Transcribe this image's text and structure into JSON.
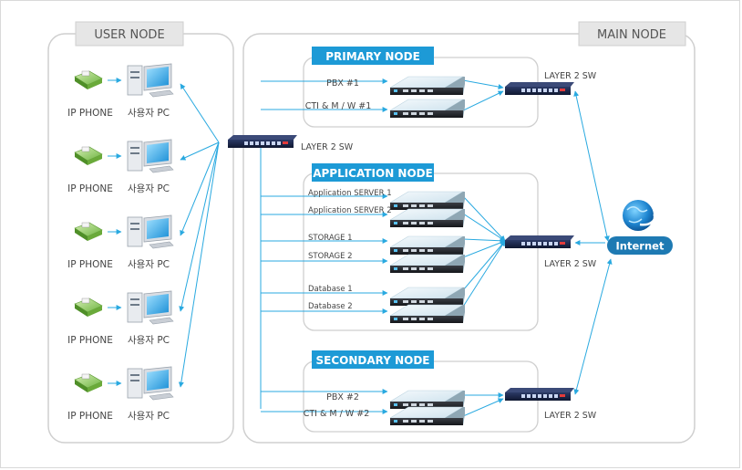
{
  "sections": {
    "user_node": "USER NODE",
    "main_node": "MAIN NODE"
  },
  "user_rows": [
    {
      "phone": "IP PHONE",
      "pc": "사용자 PC"
    },
    {
      "phone": "IP PHONE",
      "pc": "사용자 PC"
    },
    {
      "phone": "IP PHONE",
      "pc": "사용자 PC"
    },
    {
      "phone": "IP PHONE",
      "pc": "사용자 PC"
    },
    {
      "phone": "IP PHONE",
      "pc": "사용자 PC"
    }
  ],
  "central_switch": "LAYER 2 SW",
  "primary": {
    "title": "PRIMARY NODE",
    "servers": [
      "PBX #1",
      "CTI & M / W #1"
    ],
    "switch": "LAYER 2 SW"
  },
  "application": {
    "title": "APPLICATION NODE",
    "servers": [
      "Application SERVER 1",
      "Application SERVER 2",
      "STORAGE 1",
      "STORAGE 2",
      "Database 1",
      "Database 2"
    ],
    "switch": "LAYER 2 SW"
  },
  "secondary": {
    "title": "SECONDARY NODE",
    "servers": [
      "PBX #2",
      "CTI & M / W #2"
    ],
    "switch": "LAYER 2 SW"
  },
  "internet": "Internet",
  "colors": {
    "link": "#29a9e0",
    "node_title_bg": "#1d9ad6",
    "internet_badge": "#1e7ab3",
    "tab_bg": "#e6e6e6",
    "box_border": "#cfcfcf"
  }
}
